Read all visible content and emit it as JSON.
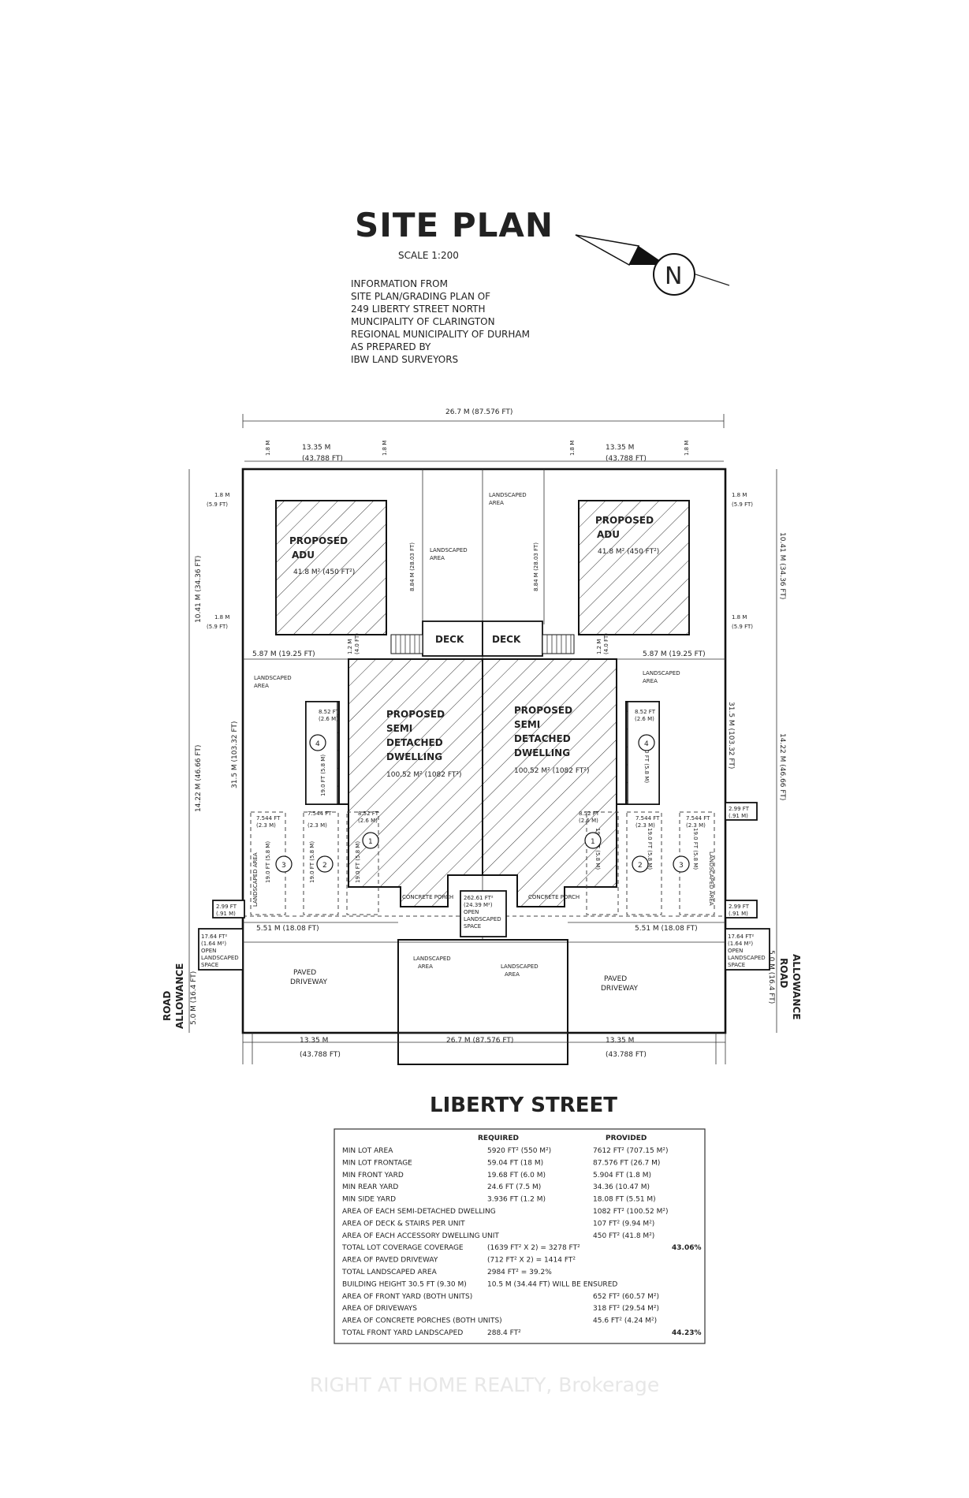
{
  "title": "SITE PLAN",
  "scale": "SCALE 1:200",
  "north": "N",
  "info_lines": [
    "INFORMATION FROM",
    "SITE PLAN/GRADING PLAN OF",
    "249 LIBERTY STREET NORTH",
    "MUNCIPALITY OF CLARINGTON",
    "REGIONAL MUNICIPALITY OF DURHAM",
    "AS PREPARED BY",
    "IBW LAND SURVEYORS"
  ],
  "dims": {
    "overall_width": "26.7 M (87.576 FT)",
    "half_width_m": "13.35 M",
    "half_width_ft": "(43.788 FT)",
    "setback_m": "1.8 M",
    "setback_ft": "(5.9 FT)",
    "rear_depth": "10.41 M (34.36 FT)",
    "adu_gap": "8.84 M (28.03 FT)",
    "side_width": "5.87 M (19.25 FT)",
    "deck_gap_a": "1.2 M",
    "deck_gap_b": "(4.0 FT)",
    "mid_depth": "31.5 M (103.32 FT)",
    "lot_depth": "14.22 M (46.66 FT)",
    "front_width": "5.51 M (18.08 FT)",
    "front_depth": "5.0 M (16.4 FT)",
    "road_1": "ROAD",
    "road_2": "ALLOWANCE",
    "p_852ft": "8.52 FT",
    "p_26m": "(2.6 M)",
    "p_7544ft": "7.544 FT",
    "p_23m": "(2.3 M)",
    "p_190ft": "19.0 FT (5.8 M)",
    "p_299ft": "2.99 FT",
    "p_91m": "(.91 M)"
  },
  "labels": {
    "proposed": "PROPOSED",
    "adu": "ADU",
    "adu_area": "41.8 M² (450 FT²)",
    "semi": "SEMI",
    "detached": "DETACHED",
    "dwelling": "DWELLING",
    "dwelling_area": "100.52 M² (1082 FT²)",
    "deck": "DECK",
    "landscaped": "LANDSCAPED",
    "area": "AREA",
    "landscaped_area": "LANDSCAPED AREA",
    "paved": "PAVED",
    "driveway": "DRIVEWAY",
    "open_1": "17.64 FT²",
    "open_2": "(1.64 M²)",
    "open_3": "OPEN",
    "open_4": "LANDSCAPED",
    "open_5": "SPACE",
    "mid_open_1": "262.61 FT²",
    "mid_open_2": "(24.39 M²)",
    "concrete_porch": "CONCRETE PORCH",
    "n1": "1",
    "n2": "2",
    "n3": "3",
    "n4": "4"
  },
  "street": "LIBERTY STREET",
  "table": {
    "col_required": "REQUIRED",
    "col_provided": "PROVIDED",
    "rows": [
      {
        "label": "MIN LOT AREA",
        "required": "5920 FT² (550 M²)",
        "provided": "7612 FT² (707.15 M²)",
        "extra": ""
      },
      {
        "label": "MIN LOT FRONTAGE",
        "required": "59.04 FT (18 M)",
        "provided": "87.576 FT (26.7 M)",
        "extra": ""
      },
      {
        "label": "MIN FRONT YARD",
        "required": "19.68 FT (6.0 M)",
        "provided": "5.904 FT (1.8 M)",
        "extra": ""
      },
      {
        "label": "MIN REAR YARD",
        "required": "24.6 FT (7.5 M)",
        "provided": "34.36 (10.47 M)",
        "extra": ""
      },
      {
        "label": "MIN SIDE YARD",
        "required": "3.936 FT (1.2 M)",
        "provided": "18.08 FT (5.51 M)",
        "extra": ""
      },
      {
        "label": "AREA OF EACH SEMI-DETACHED DWELLING",
        "required": "",
        "provided": "1082 FT² (100.52 M²)",
        "extra": ""
      },
      {
        "label": "AREA OF DECK & STAIRS PER UNIT",
        "required": "",
        "provided": "107 FT² (9.94 M²)",
        "extra": ""
      },
      {
        "label": "AREA OF EACH ACCESSORY DWELLING UNIT",
        "required": "",
        "provided": "450 FT² (41.8 M²)",
        "extra": ""
      },
      {
        "label": "TOTAL LOT COVERAGE COVERAGE",
        "required": "(1639 FT² X 2) = 3278 FT²",
        "provided": "",
        "extra": "43.06%"
      },
      {
        "label": "AREA OF PAVED DRIVEWAY",
        "required": "(712 FT² X 2) = 1414 FT²",
        "provided": "",
        "extra": ""
      },
      {
        "label": "TOTAL LANDSCAPED AREA",
        "required": "2984 FT² = 39.2%",
        "provided": "",
        "extra": ""
      },
      {
        "label": "BUILDING HEIGHT 30.5 FT (9.30 M)",
        "required": "10.5 M (34.44 FT) WILL BE ENSURED",
        "provided": "",
        "extra": ""
      },
      {
        "label": "AREA OF FRONT YARD (BOTH UNITS)",
        "required": "",
        "provided": "652 FT² (60.57 M²)",
        "extra": ""
      },
      {
        "label": "AREA OF DRIVEWAYS",
        "required": "",
        "provided": "318 FT² (29.54 M²)",
        "extra": ""
      },
      {
        "label": "AREA OF CONCRETE PORCHES (BOTH UNITS)",
        "required": "",
        "provided": "45.6 FT² (4.24 M²)",
        "extra": ""
      },
      {
        "label": "TOTAL FRONT YARD LANDSCAPED",
        "required": "288.4 FT²",
        "provided": "",
        "extra": "44.23%"
      }
    ]
  },
  "watermark": "RIGHT AT HOME REALTY, Brokerage"
}
